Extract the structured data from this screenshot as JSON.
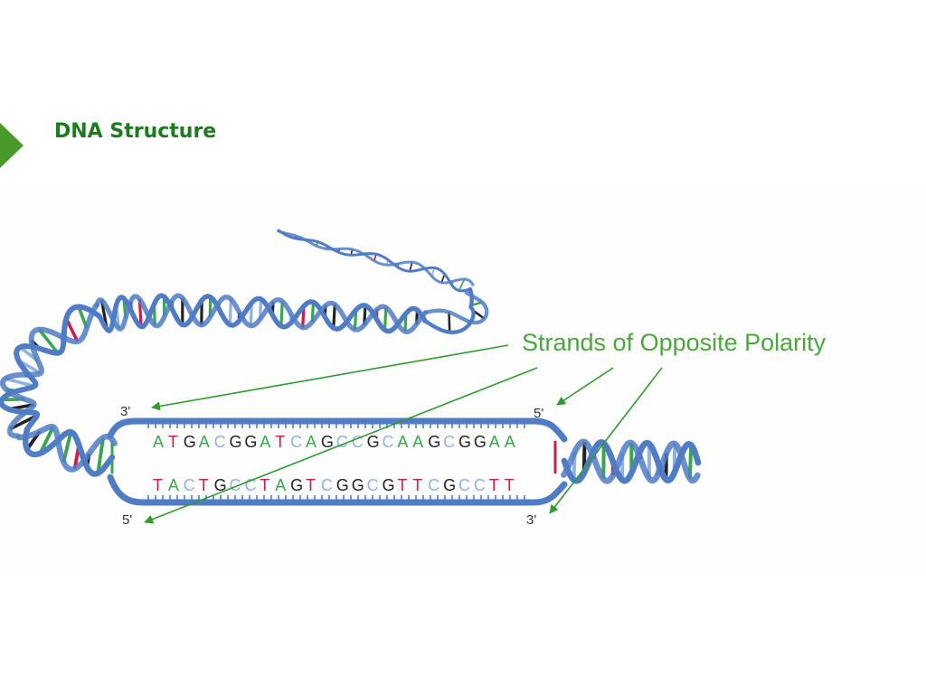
{
  "slide": {
    "title": "DNA Structure",
    "accent_color": "#4a9a2a",
    "title_color": "#1d7a1d"
  },
  "diagram": {
    "callout": "Strands of Opposite Polarity",
    "callout_color": "#4aa83a",
    "arrow_color": "#2f9a2f",
    "backbone_color": "#4f7cc4",
    "base_colors": {
      "A": "#3aa64a",
      "T": "#c81e4a",
      "G": "#222222",
      "C": "#8fb2e0"
    },
    "top_strand": {
      "sequence": "ATGACGGATCAGCCGCAAGCGGAA",
      "left_end": "3'",
      "right_end": "5'"
    },
    "bottom_strand": {
      "sequence": "TACTGCCTAGTCGGCGTTCGCCTT",
      "left_end": "5'",
      "right_end": "3'"
    }
  }
}
